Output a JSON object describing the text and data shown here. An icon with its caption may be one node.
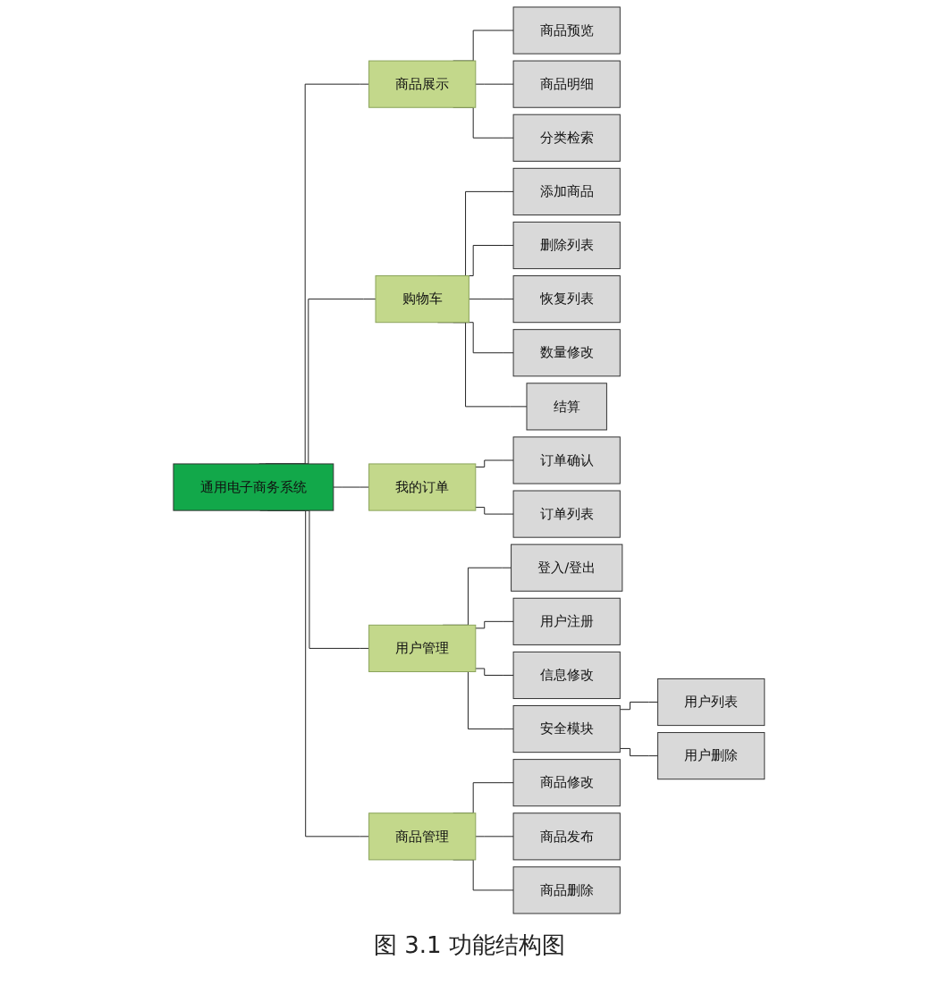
{
  "diagram": {
    "caption": "图 3.1 功能结构图",
    "nodes": [
      {
        "text": [
          "通用电子商务系统"
        ]
      },
      {
        "text": [
          "商品展示"
        ]
      },
      {
        "text": [
          "商品预览"
        ]
      },
      {
        "text": [
          "商品明细"
        ]
      },
      {
        "text": [
          "分类检索"
        ]
      },
      {
        "text": [
          "购物车"
        ]
      },
      {
        "text": [
          "添加商品"
        ]
      },
      {
        "text": [
          "删除列表"
        ]
      },
      {
        "text": [
          "恢复列表"
        ]
      },
      {
        "text": [
          "数量修改"
        ]
      },
      {
        "text": [
          "结算"
        ]
      },
      {
        "text": [
          "我的订单"
        ]
      },
      {
        "text": [
          "订单确认"
        ]
      },
      {
        "text": [
          "订单列表"
        ]
      },
      {
        "text": [
          "用户管理"
        ]
      },
      {
        "text": [
          "登入/登出"
        ]
      },
      {
        "text": [
          "用户注册"
        ]
      },
      {
        "text": [
          "信息修改"
        ]
      },
      {
        "text": [
          "安全模块"
        ]
      },
      {
        "text": [
          "用户列表"
        ]
      },
      {
        "text": [
          "用户删除"
        ]
      },
      {
        "text": [
          "商品管理"
        ]
      },
      {
        "text": [
          "商品修改"
        ]
      },
      {
        "text": [
          "商品发布"
        ]
      },
      {
        "text": [
          "商品删除"
        ]
      }
    ],
    "edges": [
      {
        "from": 0,
        "to": 1,
        "arrow": "none"
      },
      {
        "from": 1,
        "to": 2,
        "arrow": "none"
      },
      {
        "from": 1,
        "to": 3,
        "arrow": "none"
      },
      {
        "from": 1,
        "to": 4,
        "arrow": "none"
      },
      {
        "from": 0,
        "to": 5,
        "arrow": "none"
      },
      {
        "from": 5,
        "to": 6,
        "arrow": "none"
      },
      {
        "from": 5,
        "to": 7,
        "arrow": "none"
      },
      {
        "from": 5,
        "to": 8,
        "arrow": "none"
      },
      {
        "from": 5,
        "to": 9,
        "arrow": "none"
      },
      {
        "from": 5,
        "to": 10,
        "arrow": "none"
      },
      {
        "from": 0,
        "to": 11,
        "arrow": "none"
      },
      {
        "from": 11,
        "to": 12,
        "arrow": "none"
      },
      {
        "from": 11,
        "to": 13,
        "arrow": "none"
      },
      {
        "from": 0,
        "to": 14,
        "arrow": "none"
      },
      {
        "from": 14,
        "to": 15,
        "arrow": "none"
      },
      {
        "from": 14,
        "to": 16,
        "arrow": "none"
      },
      {
        "from": 14,
        "to": 17,
        "arrow": "none"
      },
      {
        "from": 14,
        "to": 18,
        "arrow": "none"
      },
      {
        "from": 18,
        "to": 19,
        "arrow": "none"
      },
      {
        "from": 18,
        "to": 20,
        "arrow": "none"
      },
      {
        "from": 0,
        "to": 21,
        "arrow": "none"
      },
      {
        "from": 21,
        "to": 22,
        "arrow": "none"
      },
      {
        "from": 21,
        "to": 23,
        "arrow": "none"
      },
      {
        "from": 21,
        "to": 24,
        "arrow": "none"
      }
    ]
  }
}
